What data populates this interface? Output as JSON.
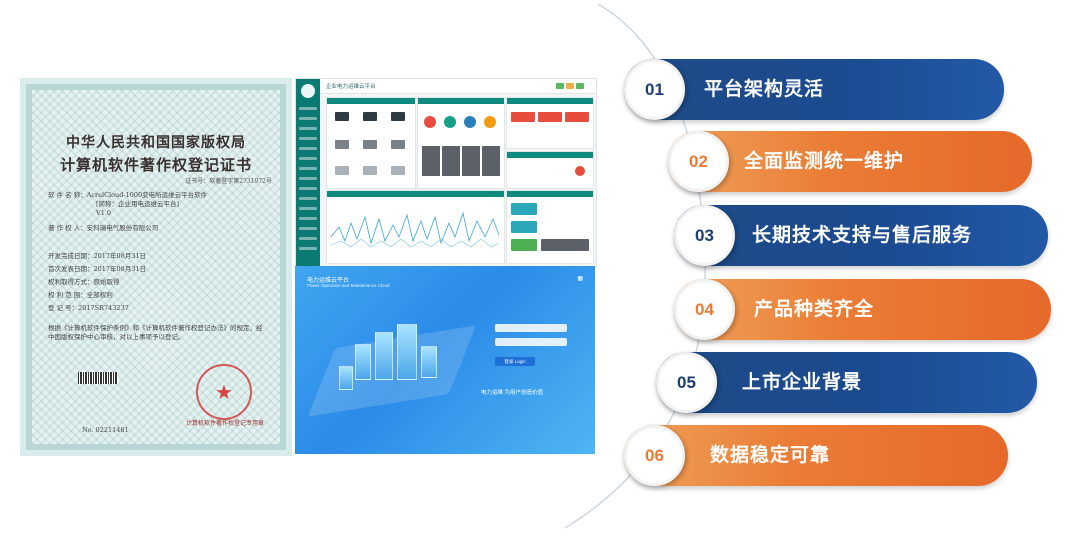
{
  "certificate": {
    "title_line1": "中华人民共和国国家版权局",
    "title_line2": "计算机软件著作权登记证书",
    "cert_number": "证书号：软著登字第2731972号",
    "software_name_label": "软 件 名 称：",
    "software_name": "AcrelCloud-1000变电所运维云平台软件",
    "software_short": "[简称：企业用电运维云平台]",
    "software_version": "V1.0",
    "copyright_owner_label": "著 作 权 人：",
    "copyright_owner": "安科瑞电气股份有限公司",
    "dev_date_label": "开发完成日期：",
    "dev_date": "2017年08月31日",
    "publish_date_label": "首次发表日期：",
    "publish_date": "2017年08月31日",
    "acquire_label": "权利取得方式：",
    "acquire": "原始取得",
    "scope_label": "权 利 范 围：",
    "scope": "全部权利",
    "reg_no_label": "登 记 号：",
    "reg_no": "2017SR743237",
    "paragraph": "根据《计算机软件保护条例》和《计算机软件著作权登记办法》的规定，经中国版权保护中心审核，对以上事项予以登记。",
    "bottom_no": "No. 02211481",
    "seal_text": "计算机软件著作权登记专用章"
  },
  "dashboard": {
    "title": "企业电力运维云平台"
  },
  "login_screen": {
    "title": "电力运维云平台",
    "subtitle": "Power Operation and Maintenance Cloud",
    "button": "登录 Login",
    "slogan": "电力运维 为用户创造价值"
  },
  "features": [
    {
      "number": "01",
      "label": "平台架构灵活",
      "style": "blue"
    },
    {
      "number": "02",
      "label": "全面监测统一维护",
      "style": "orange"
    },
    {
      "number": "03",
      "label": "长期技术支持与售后服务",
      "style": "blue"
    },
    {
      "number": "04",
      "label": "产品种类齐全",
      "style": "orange"
    },
    {
      "number": "05",
      "label": "上市企业背景",
      "style": "blue"
    },
    {
      "number": "06",
      "label": "数据稳定可靠",
      "style": "orange"
    }
  ],
  "colors": {
    "blue": "#1b4a8f",
    "orange": "#ea7c35",
    "dashboard_green": "#0b7a72",
    "login_blue": "#2b8be8"
  }
}
